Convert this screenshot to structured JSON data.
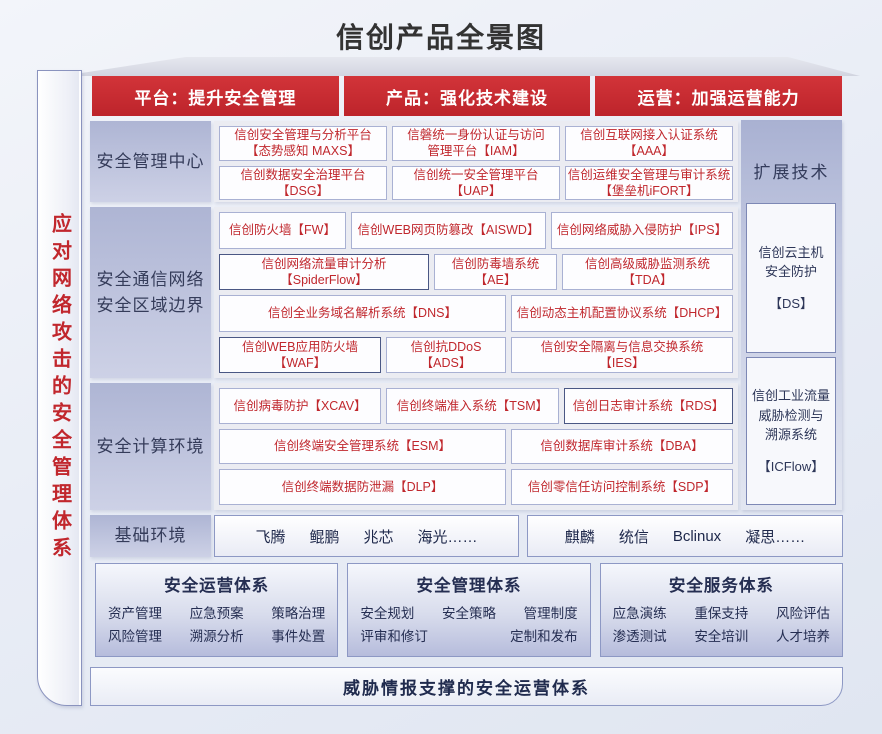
{
  "title": "信创产品全景图",
  "left_bar": {
    "text": "应对网络攻击的安全管理体系"
  },
  "banners": [
    {
      "label": "平台：提升安全管理"
    },
    {
      "label": "产品：强化技术建设"
    },
    {
      "label": "运营：加强运营能力"
    }
  ],
  "row_labels": {
    "mgmt": "安全管理中心",
    "net_l1": "安全通信网络",
    "net_l2": "安全区域边界",
    "compute": "安全计算环境",
    "foundation": "基础环境"
  },
  "products": {
    "maxs": {
      "l1": "信创安全管理与分析平台",
      "l2": "【态势感知 MAXS】"
    },
    "iam": {
      "l1": "信磐统一身份认证与访问",
      "l2": "管理平台【IAM】"
    },
    "aaa": {
      "l1": "信创互联网接入认证系统",
      "l2": "【AAA】"
    },
    "dsg": {
      "l1": "信创数据安全治理平台",
      "l2": "【DSG】"
    },
    "uap": {
      "l1": "信创统一安全管理平台",
      "l2": "【UAP】"
    },
    "ifort": {
      "l1": "信创运维安全管理与审计系统",
      "l2": "【堡垒机iFORT】"
    },
    "fw": {
      "l1": "信创防火墙【FW】"
    },
    "aiswd": {
      "l1": "信创WEB网页防篡改【AISWD】"
    },
    "ips": {
      "l1": "信创网络威胁入侵防护【IPS】"
    },
    "spiderflow": {
      "l1": "信创网络流量审计分析",
      "l2": "【SpiderFlow】"
    },
    "ae": {
      "l1": "信创防毒墙系统",
      "l2": "【AE】"
    },
    "tda": {
      "l1": "信创高级威胁监测系统",
      "l2": "【TDA】"
    },
    "dns": {
      "l1": "信创全业务域名解析系统【DNS】"
    },
    "dhcp": {
      "l1": "信创动态主机配置协议系统【DHCP】"
    },
    "waf": {
      "l1": "信创WEB应用防火墙",
      "l2": "【WAF】"
    },
    "ads": {
      "l1": "信创抗DDoS",
      "l2": "【ADS】"
    },
    "ies": {
      "l1": "信创安全隔离与信息交换系统",
      "l2": "【IES】"
    },
    "xcav": {
      "l1": "信创病毒防护【XCAV】"
    },
    "tsm": {
      "l1": "信创终端准入系统【TSM】"
    },
    "rds": {
      "l1": "信创日志审计系统【RDS】"
    },
    "esm": {
      "l1": "信创终端安全管理系统【ESM】"
    },
    "dba": {
      "l1": "信创数据库审计系统【DBA】"
    },
    "dlp": {
      "l1": "信创终端数据防泄漏【DLP】"
    },
    "sdp": {
      "l1": "信创零信任访问控制系统【SDP】"
    }
  },
  "extension": {
    "header": "扩展技术",
    "ds": {
      "l1": "信创云主机",
      "l2": "安全防护",
      "code": "【DS】"
    },
    "icflow": {
      "l1": "信创工业流量",
      "l2": "威胁检测与",
      "l3": "溯源系统",
      "code": "【ICFlow】"
    }
  },
  "foundation": {
    "hw": {
      "items": [
        "飞腾",
        "鲲鹏",
        "兆芯",
        "海光……"
      ]
    },
    "os": {
      "items": [
        "麒麟",
        "统信",
        "Bclinux",
        "凝思……"
      ]
    }
  },
  "bottom_systems": {
    "ops": {
      "title": "安全运营体系",
      "r1": [
        "资产管理",
        "应急预案",
        "策略治理"
      ],
      "r2": [
        "风险管理",
        "溯源分析",
        "事件处置"
      ]
    },
    "mgmt": {
      "title": "安全管理体系",
      "r1": [
        "安全规划",
        "安全策略",
        "管理制度"
      ],
      "r2": [
        "评审和修订",
        "定制和发布"
      ]
    },
    "svc": {
      "title": "安全服务体系",
      "r1": [
        "应急演练",
        "重保支持",
        "风险评估"
      ],
      "r2": [
        "渗透测试",
        "安全培训",
        "人才培养"
      ]
    }
  },
  "footer_banner": "威胁情报支撑的安全运营体系",
  "colors": {
    "banner_red": "#c32b31",
    "product_text_red": "#c0272d",
    "navy_text": "#2d3658",
    "lavender": "#b4bbd9"
  }
}
